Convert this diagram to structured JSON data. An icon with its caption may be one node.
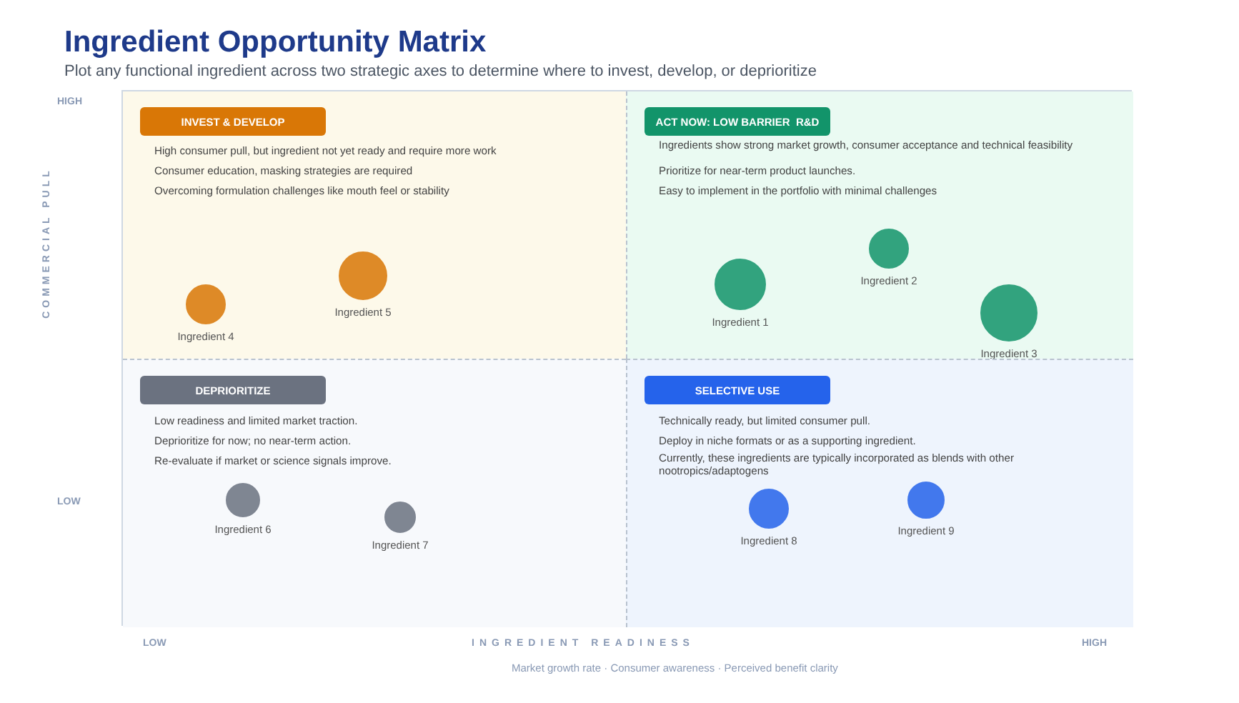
{
  "diagram": {
    "title": "Ingredient Opportunity Matrix",
    "caption": "Plot any functional ingredient across two strategic axes to determine where to invest, develop, or deprioritize",
    "nodes": [
      {
        "text": [
          "INVEST & DEVELOP",
          "High consumer pull, but ingredient not yet ready and require more work",
          "Consumer education, masking strategies are required",
          "Overcoming formulation challenges like mouth feel or stability"
        ]
      },
      {
        "text": [],
        "shape": "circle",
        "in": 0,
        "beside": [
          "Ingredient 4"
        ]
      },
      {
        "text": [],
        "shape": "circle",
        "in": 0,
        "beside": [
          "Ingredient 5"
        ]
      },
      {
        "text": [
          "ACT NOW: LOW BARRIER  R&D",
          "Ingredients show strong market growth, consumer acceptance and technical feasibility",
          "Prioritize for near-term product launches.",
          "Easy to implement in the portfolio with minimal challenges"
        ]
      },
      {
        "text": [],
        "shape": "circle",
        "in": 3,
        "beside": [
          "Ingredient 1"
        ]
      },
      {
        "text": [],
        "shape": "circle",
        "in": 3,
        "beside": [
          "Ingredient 2"
        ]
      },
      {
        "text": [],
        "shape": "circle",
        "in": 3,
        "beside": [
          "Ingredient 3"
        ]
      },
      {
        "text": [
          "DEPRIORITIZE",
          "Low readiness and limited market traction.",
          "Deprioritize for now; no near-term action.",
          "Re-evaluate if market or science signals improve."
        ]
      },
      {
        "text": [],
        "shape": "circle",
        "in": 7,
        "beside": [
          "Ingredient 6"
        ]
      },
      {
        "text": [],
        "shape": "circle",
        "in": 7,
        "beside": [
          "Ingredient 7"
        ]
      },
      {
        "text": [
          "SELECTIVE USE",
          "Technically ready, but limited consumer pull.",
          "Deploy in niche formats or as a supporting ingredient.",
          "Currently, these ingredients are typically incorporated as blends with other nootropics/adaptogens"
        ]
      },
      {
        "text": [],
        "shape": "circle",
        "in": 10,
        "beside": [
          "Ingredient 8"
        ]
      },
      {
        "text": [],
        "shape": "circle",
        "in": 10,
        "beside": [
          "Ingredient 9"
        ]
      }
    ],
    "edges": [],
    "labels": [
      "HIGH",
      "COMMERCIAL PULL",
      "LOW",
      "LOW",
      "INGREDIENT READINESS",
      "HIGH",
      "Market growth rate  ·  Consumer awareness  ·  Perceived benefit clarity"
    ]
  }
}
